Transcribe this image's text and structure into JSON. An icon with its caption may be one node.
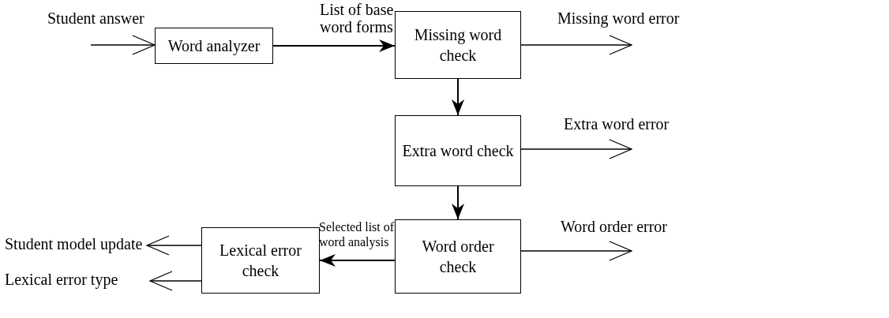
{
  "diagram": {
    "nodes": [
      {
        "text": [
          "Word analyzer"
        ]
      },
      {
        "text": [
          "Missing word check"
        ]
      },
      {
        "text": [
          "Extra word check"
        ]
      },
      {
        "text": [
          "Word order check"
        ]
      },
      {
        "text": [
          "Lexical error check"
        ]
      }
    ],
    "edges": [
      {
        "from": null,
        "to": 0,
        "arrow": "to",
        "label": "Student answer"
      },
      {
        "from": 0,
        "to": 1,
        "arrow": "to",
        "label": "List of base word forms"
      },
      {
        "from": 1,
        "to": 2,
        "arrow": "to"
      },
      {
        "from": 2,
        "to": 3,
        "arrow": "to"
      },
      {
        "from": 3,
        "to": 4,
        "arrow": "to",
        "label": "Selected list of word analysis"
      },
      {
        "from": 1,
        "to": null,
        "arrow": "to",
        "label": "Missing word error"
      },
      {
        "from": 2,
        "to": null,
        "arrow": "to",
        "label": "Extra word error"
      },
      {
        "from": 3,
        "to": null,
        "arrow": "to",
        "label": "Word order error"
      },
      {
        "from": 4,
        "to": null,
        "arrow": "to",
        "label": "Student model update"
      },
      {
        "from": 4,
        "to": null,
        "arrow": "to",
        "label": "Lexical error type"
      }
    ]
  }
}
